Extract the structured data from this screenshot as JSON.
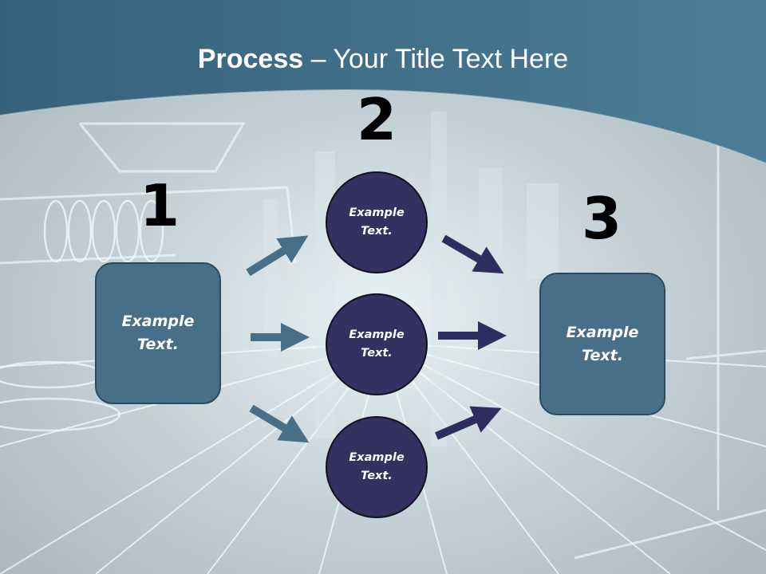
{
  "slide": {
    "title_bold": "Process",
    "title_rest": " – Your Title Text Here"
  },
  "steps": {
    "step1": {
      "number": "1",
      "text_line1": "Example",
      "text_line2": "Text."
    },
    "step2": {
      "number": "2",
      "circles": [
        {
          "text_line1": "Example",
          "text_line2": "Text."
        },
        {
          "text_line1": "Example",
          "text_line2": "Text."
        },
        {
          "text_line1": "Example",
          "text_line2": "Text."
        }
      ]
    },
    "step3": {
      "number": "3",
      "text_line1": "Example",
      "text_line2": "Text."
    }
  },
  "colors": {
    "header": "#3f6b86",
    "box_fill": "#476f88",
    "circle_fill": "#34305f",
    "arrow_left": "#476f88",
    "arrow_right": "#2f2d60"
  }
}
